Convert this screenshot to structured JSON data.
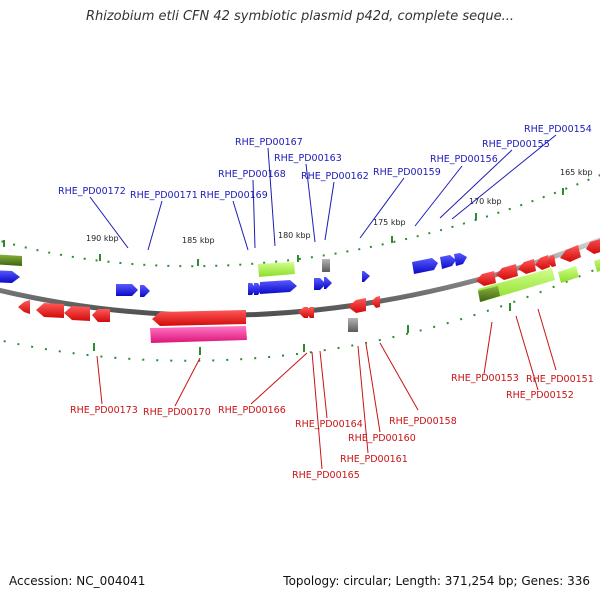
{
  "title": "Rhizobium etli CFN 42 symbiotic plasmid p42d, complete seque...",
  "footer": {
    "accession": "Accession: NC_004041",
    "summary": "Topology: circular; Length: 371,254 bp; Genes: 336"
  },
  "colors": {
    "backbone": "#8c8c8c",
    "forward_cds": "#1414e0",
    "reverse_cds": "#f01818",
    "rna": "#aaf040",
    "pseudogene": "#f01e8c",
    "misc": "#7a7a7a",
    "other": "#5a8a1e",
    "tick": "#2e8b2e",
    "label_forward": "#1c1cb4",
    "label_reverse": "#c81414"
  },
  "ticks": [
    {
      "label": "190 kbp"
    },
    {
      "label": "185 kbp"
    },
    {
      "label": "180 kbp"
    },
    {
      "label": "175 kbp"
    },
    {
      "label": "170 kbp"
    },
    {
      "label": "165 kbp"
    }
  ],
  "labels_top": [
    "RHE_PD00172",
    "RHE_PD00171",
    "RHE_PD00169",
    "RHE_PD00168",
    "RHE_PD00167",
    "RHE_PD00163",
    "RHE_PD00162",
    "RHE_PD00159",
    "RHE_PD00156",
    "RHE_PD00155",
    "RHE_PD00154"
  ],
  "labels_bottom": [
    "RHE_PD00173",
    "RHE_PD00170",
    "RHE_PD00166",
    "RHE_PD00165",
    "RHE_PD00164",
    "RHE_PD00161",
    "RHE_PD00160",
    "RHE_PD00158",
    "RHE_PD00153",
    "RHE_PD00152",
    "RHE_PD00151"
  ]
}
